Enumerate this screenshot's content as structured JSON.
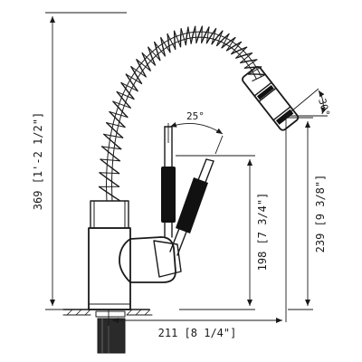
{
  "dimensions": {
    "overall_height": "369 [1'-2 1/2\"]",
    "spout_height": "239 [9 3/8\"]",
    "handle_height": "198 [7 3/4\"]",
    "spout_reach": "211 [8 1/4\"]",
    "handle_angle": "25°",
    "spray_angle": "30°"
  }
}
